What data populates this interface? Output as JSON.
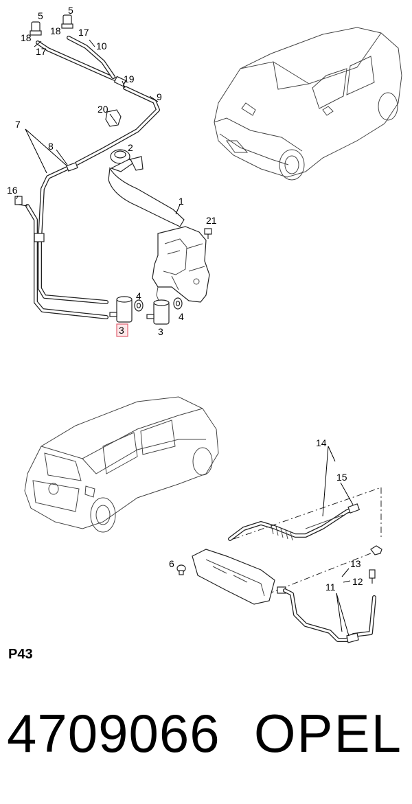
{
  "labels": {
    "n1": "1",
    "n2": "2",
    "n3a": "3",
    "n3b": "3",
    "n4a": "4",
    "n4b": "4",
    "n5a": "5",
    "n5b": "5",
    "n6": "6",
    "n7": "7",
    "n8": "8",
    "n9": "9",
    "n10": "10",
    "n11": "11",
    "n12": "12",
    "n13": "13",
    "n14": "14",
    "n15": "15",
    "n16": "16",
    "n17a": "17",
    "n17b": "17",
    "n18a": "18",
    "n18b": "18",
    "n19": "19",
    "n20": "20",
    "n21": "21"
  },
  "highlight_color": "#e06070",
  "diagram_code": "P43",
  "part_number": "4709066",
  "brand": "OPEL"
}
